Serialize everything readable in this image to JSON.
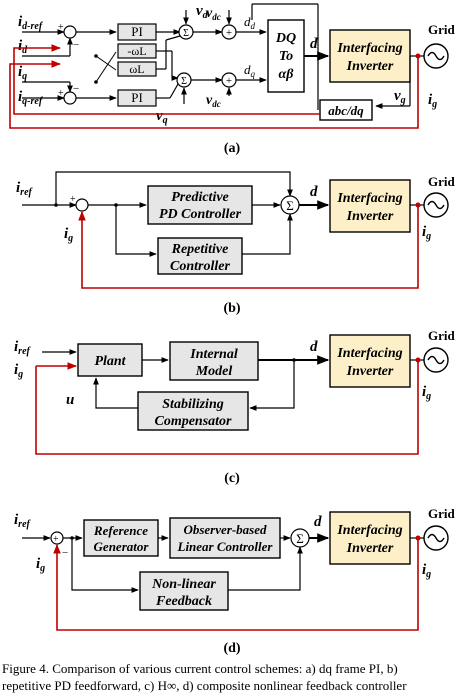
{
  "colors": {
    "feedback": "#c00000",
    "inverter_fill": "#fdf0c8",
    "block_fill": "#e6e6e6",
    "line": "#000000"
  },
  "panel_a": {
    "label": "(a)",
    "id_ref_i": "i",
    "id_ref_sub": "d-ref",
    "id_i": "i",
    "id_sub": "d",
    "iq_i": "i",
    "iq_sub": "q",
    "iq_ref_i": "i",
    "iq_ref_sub": "q-ref",
    "pi_top": "PI",
    "pi_bottom": "PI",
    "neg_omega_l": "-ωL",
    "omega_l": "ωL",
    "vd_i": "v",
    "vd_sub": "d",
    "vq_i": "v",
    "vq_sub": "q",
    "vdc_top_i": "v",
    "vdc_top_sub": "dc",
    "vdc_bot_i": "v",
    "vdc_bot_sub": "dc",
    "dd_i": "d",
    "dd_sub": "d",
    "dq_i": "d",
    "dq_sub": "q",
    "dq_block_line1": "DQ",
    "dq_block_line2": "To",
    "dq_block_line3": "αβ",
    "d_out": "d",
    "inverter_line1": "Interfacing",
    "inverter_line2": "Inverter",
    "grid": "Grid",
    "vg_i": "v",
    "vg_sub": "g",
    "ig_i": "i",
    "ig_sub": "g",
    "abc_dq": "abc/dq",
    "sum": "Σ",
    "plus": "+",
    "minus": "−"
  },
  "panel_b": {
    "label": "(b)",
    "iref_i": "i",
    "iref_sub": "ref",
    "ig_left_i": "i",
    "ig_left_sub": "g",
    "predictive_line1": "Predictive",
    "predictive_line2": "PD Controller",
    "repetitive_line1": "Repetitive",
    "repetitive_line2": "Controller",
    "d_out": "d",
    "inverter_line1": "Interfacing",
    "inverter_line2": "Inverter",
    "grid": "Grid",
    "ig_right_i": "i",
    "ig_right_sub": "g",
    "sum": "Σ",
    "plus": "+"
  },
  "panel_c": {
    "label": "(c)",
    "iref_i": "i",
    "iref_sub": "ref",
    "ig_i": "i",
    "ig_sub": "g",
    "plant": "Plant",
    "internal_line1": "Internal",
    "internal_line2": "Model",
    "stab_line1": "Stabilizing",
    "stab_line2": "Compensator",
    "u": "u",
    "d_out": "d",
    "inverter_line1": "Interfacing",
    "inverter_line2": "Inverter",
    "grid": "Grid",
    "ig_right_i": "i",
    "ig_right_sub": "g"
  },
  "panel_d": {
    "label": "(d)",
    "iref_i": "i",
    "iref_sub": "ref",
    "ig_left_i": "i",
    "ig_left_sub": "g",
    "ref_gen_line1": "Reference",
    "ref_gen_line2": "Generator",
    "observer_line1": "Observer-based",
    "observer_line2": "Linear Controller",
    "nonlinear_line1": "Non-linear",
    "nonlinear_line2": "Feedback",
    "d_out": "d",
    "inverter_line1": "Interfacing",
    "inverter_line2": "Inverter",
    "grid": "Grid",
    "ig_right_i": "i",
    "ig_right_sub": "g",
    "sum": "Σ",
    "plus": "+",
    "minus": "−"
  },
  "caption": {
    "line1": "Figure 4. Comparison of various current control schemes: a) dq frame PI, b)",
    "line2": "repetitive PD feedforward, c) H∞, d) composite nonlinear feedback controller"
  }
}
